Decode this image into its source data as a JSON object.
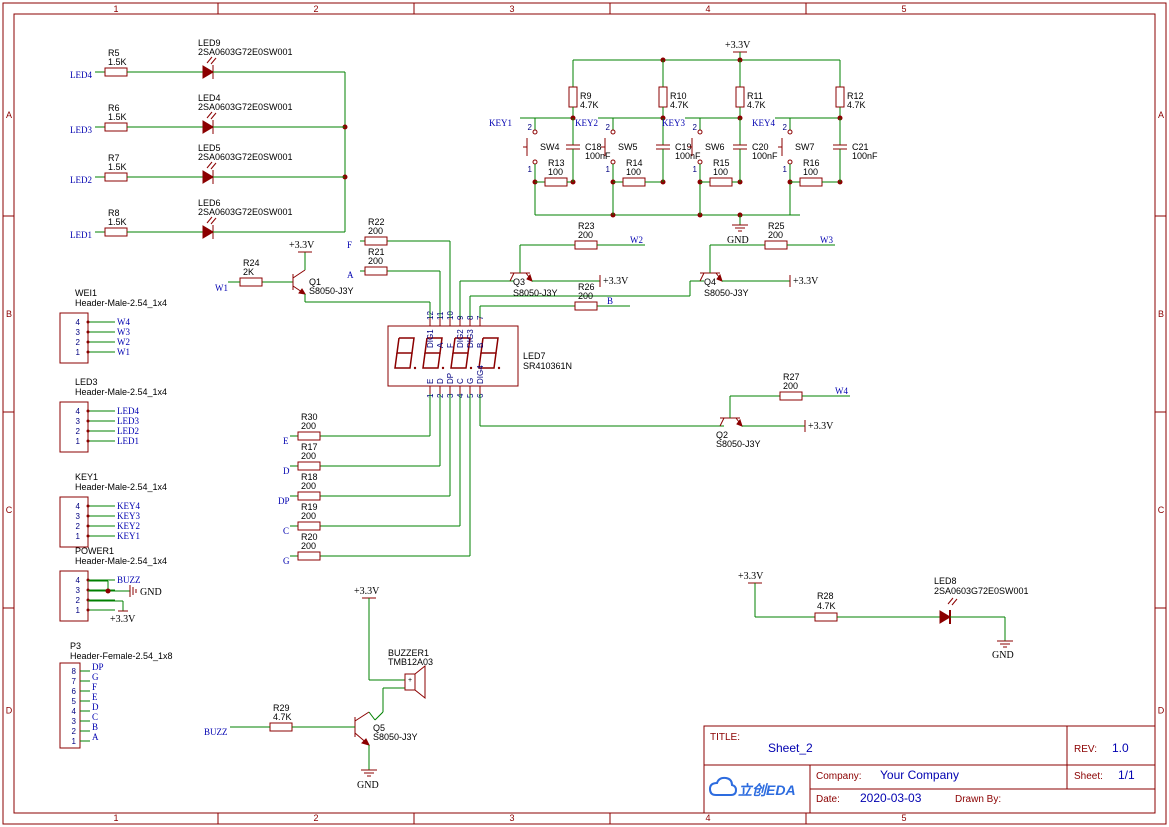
{
  "frame": {
    "columns": [
      "1",
      "2",
      "3",
      "4",
      "5"
    ],
    "rows": [
      "A",
      "B",
      "C",
      "D"
    ]
  },
  "title_block": {
    "title_label": "TITLE:",
    "title_value": "Sheet_2",
    "rev_label": "REV:",
    "rev_value": "1.0",
    "company_label": "Company:",
    "company_value": "Your Company",
    "sheet_label": "Sheet:",
    "sheet_value": "1/1",
    "date_label": "Date:",
    "date_value": "2020-03-03",
    "drawn_label": "Drawn By:",
    "logo_text": "立创EDA"
  },
  "power": {
    "vcc": "+3.3V",
    "gnd": "GND"
  },
  "leds": [
    {
      "ref": "LED9",
      "part": "2SA0603G72E0SW001",
      "res": "R5",
      "val": "1.5K",
      "net": "LED4"
    },
    {
      "ref": "LED4",
      "part": "2SA0603G72E0SW001",
      "res": "R6",
      "val": "1.5K",
      "net": "LED3"
    },
    {
      "ref": "LED5",
      "part": "2SA0603G72E0SW001",
      "res": "R7",
      "val": "1.5K",
      "net": "LED2"
    },
    {
      "ref": "LED6",
      "part": "2SA0603G72E0SW001",
      "res": "R8",
      "val": "1.5K",
      "net": "LED1"
    }
  ],
  "headers": [
    {
      "ref": "WEI1",
      "part": "Header-Male-2.54_1x4",
      "nets": [
        "W4",
        "W3",
        "W2",
        "W1"
      ]
    },
    {
      "ref": "LED3",
      "part": "Header-Male-2.54_1x4",
      "nets": [
        "LED4",
        "LED3",
        "LED2",
        "LED1"
      ]
    },
    {
      "ref": "KEY1",
      "part": "Header-Male-2.54_1x4",
      "nets": [
        "KEY4",
        "KEY3",
        "KEY2",
        "KEY1"
      ]
    },
    {
      "ref": "POWER1",
      "part": "Header-Male-2.54_1x4",
      "nets": [
        "BUZZ",
        "",
        "",
        ""
      ]
    }
  ],
  "p3": {
    "ref": "P3",
    "part": "Header-Female-2.54_1x8",
    "nets": [
      "DP",
      "G",
      "F",
      "E",
      "D",
      "C",
      "B",
      "A"
    ]
  },
  "keys": [
    {
      "sw": "SW4",
      "pull": "R9",
      "ser": "R13",
      "cap": "C18",
      "net": "KEY1"
    },
    {
      "sw": "SW5",
      "pull": "R10",
      "ser": "R14",
      "cap": "C19",
      "net": "KEY2"
    },
    {
      "sw": "SW6",
      "pull": "R11",
      "ser": "R15",
      "cap": "C20",
      "net": "KEY3"
    },
    {
      "sw": "SW7",
      "pull": "R12",
      "ser": "R16",
      "cap": "C21",
      "net": "KEY4"
    }
  ],
  "key_values": {
    "pull": "4.7K",
    "ser": "100",
    "cap": "100nF"
  },
  "display": {
    "ref": "LED7",
    "part": "SR410361N",
    "top_pins": [
      "12",
      "11",
      "10",
      "9",
      "8",
      "7"
    ],
    "top_names": [
      "DIG1",
      "A",
      "F",
      "DIG2",
      "DIG3",
      "B"
    ],
    "bot_pins": [
      "1",
      "2",
      "3",
      "4",
      "5",
      "6"
    ],
    "bot_names": [
      "E",
      "D",
      "DP",
      "C",
      "G",
      "DIG4"
    ]
  },
  "seg_resistors": [
    {
      "ref": "R22",
      "val": "200",
      "net": "F"
    },
    {
      "ref": "R21",
      "val": "200",
      "net": "A"
    },
    {
      "ref": "R26",
      "val": "200",
      "net": "B"
    },
    {
      "ref": "R30",
      "val": "200",
      "net": "E"
    },
    {
      "ref": "R17",
      "val": "200",
      "net": "D"
    },
    {
      "ref": "R18",
      "val": "200",
      "net": "DP"
    },
    {
      "ref": "R19",
      "val": "200",
      "net": "C"
    },
    {
      "ref": "R20",
      "val": "200",
      "net": "G"
    }
  ],
  "transistors": [
    {
      "ref": "Q1",
      "part": "S8050-J3Y",
      "base_res": "R24",
      "base_val": "2K",
      "net": "W1"
    },
    {
      "ref": "Q3",
      "part": "S8050-J3Y",
      "base_res": "R23",
      "base_val": "200",
      "net": "W2"
    },
    {
      "ref": "Q4",
      "part": "S8050-J3Y",
      "base_res": "R25",
      "base_val": "200",
      "net": "W3"
    },
    {
      "ref": "Q2",
      "part": "S8050-J3Y",
      "base_res": "R27",
      "base_val": "200",
      "net": "W4"
    },
    {
      "ref": "Q5",
      "part": "S8050-J3Y",
      "base_res": "R29",
      "base_val": "4.7K",
      "net": "BUZZ"
    }
  ],
  "buzzer": {
    "ref": "BUZZER1",
    "part": "TMB12A03"
  },
  "power_led": {
    "ref": "LED8",
    "part": "2SA0603G72E0SW001",
    "res": "R28",
    "val": "4.7K"
  }
}
